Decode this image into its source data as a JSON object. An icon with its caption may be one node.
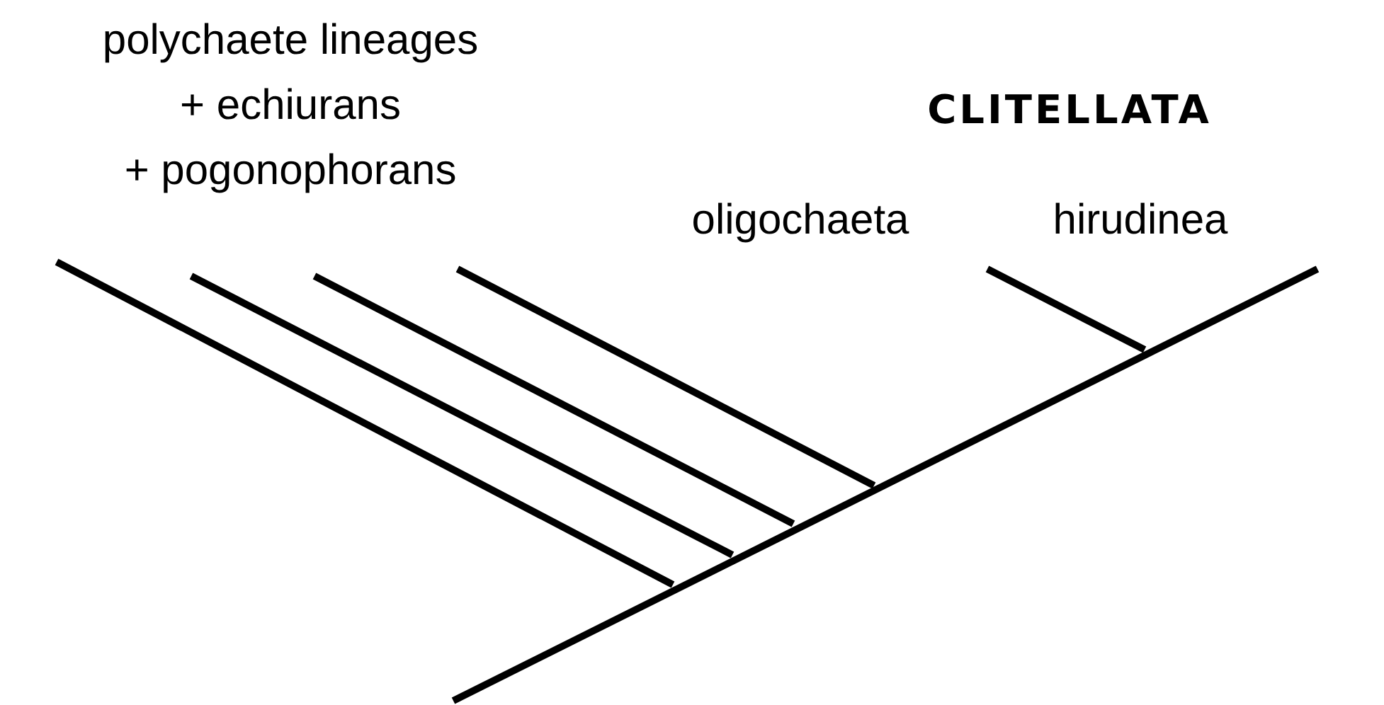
{
  "diagram": {
    "labels": [
      "polychaete lineages + echiurans + pogonophorans",
      "CLITELLATA",
      "oligochaeta",
      "hirudinea"
    ]
  }
}
